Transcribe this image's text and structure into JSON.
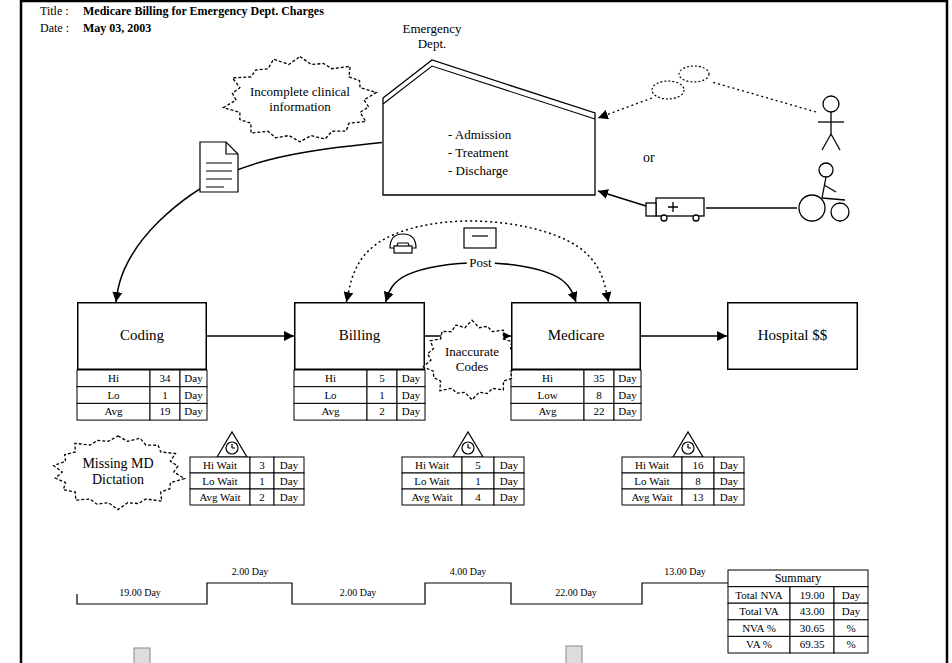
{
  "diagram": {
    "title": "Medicare Billing for Emergency Dept. Charges",
    "nodes": [
      {
        "text": [
          "Emergency Dept.",
          "- Admission",
          "- Treatment",
          "- Discharge"
        ]
      },
      {
        "text": [
          "Incomplete clinical information"
        ]
      },
      {
        "text": [
          "Coding"
        ]
      },
      {
        "text": [
          "Billing"
        ]
      },
      {
        "text": [
          "Inaccurate Codes"
        ]
      },
      {
        "text": [
          "Medicare"
        ]
      },
      {
        "text": [
          "Hospital $$"
        ]
      },
      {
        "text": [
          "Missing MD Dictation"
        ]
      }
    ],
    "edges": [
      {
        "from": 0,
        "to": 2,
        "arrow": "to"
      },
      {
        "from": 2,
        "to": 3,
        "arrow": "to"
      },
      {
        "from": 3,
        "to": 5,
        "arrow": "to"
      },
      {
        "from": 5,
        "to": 6,
        "arrow": "to"
      },
      {
        "from": 3,
        "to": 5,
        "label": "Post",
        "arrow": "both"
      },
      {
        "from": 3,
        "to": 5,
        "arrow": "both"
      }
    ],
    "labels": [
      "Title :",
      "Date :",
      "May 03, 2003",
      "or",
      "Hi",
      "34",
      "Day",
      "Lo",
      "1",
      "Day",
      "Avg",
      "19",
      "Day",
      "Hi",
      "5",
      "Day",
      "Lo",
      "1",
      "Day",
      "Avg",
      "2",
      "Day",
      "Hi",
      "35",
      "Day",
      "Low",
      "8",
      "Day",
      "Avg",
      "22",
      "Day",
      "Hi Wait",
      "3",
      "Day",
      "Lo Wait",
      "1",
      "Day",
      "Avg Wait",
      "2",
      "Day",
      "Hi Wait",
      "5",
      "Day",
      "Lo Wait",
      "1",
      "Day",
      "Avg Wait",
      "4",
      "Day",
      "Hi Wait",
      "16",
      "Day",
      "Lo Wait",
      "8",
      "Day",
      "Avg Wait",
      "13",
      "Day",
      "19.00 Day",
      "2.00 Day",
      "2.00 Day",
      "4.00 Day",
      "22.00 Day",
      "13.00 Day",
      "Summary",
      "Total NVA",
      "19.00",
      "Day",
      "Total VA",
      "43.00",
      "Day",
      "NVA %",
      "30.65",
      "%",
      "VA %",
      "69.35",
      "%"
    ]
  }
}
